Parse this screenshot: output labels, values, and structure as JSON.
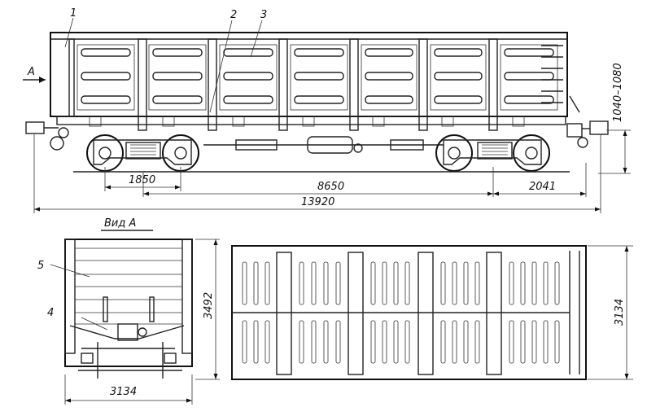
{
  "callouts": {
    "c1": "1",
    "c2": "2",
    "c3": "3",
    "c4": "4",
    "c5": "5"
  },
  "view_marker": "A",
  "view_title": "Вид А",
  "dimensions": {
    "bogie_base": "1850",
    "bogie_centers": "8650",
    "end_overhang": "2041",
    "length_over_couplers": "13920",
    "coupler_height": "1040–1080",
    "end_width": "3134",
    "end_height": "3492",
    "plan_width": "3134"
  }
}
